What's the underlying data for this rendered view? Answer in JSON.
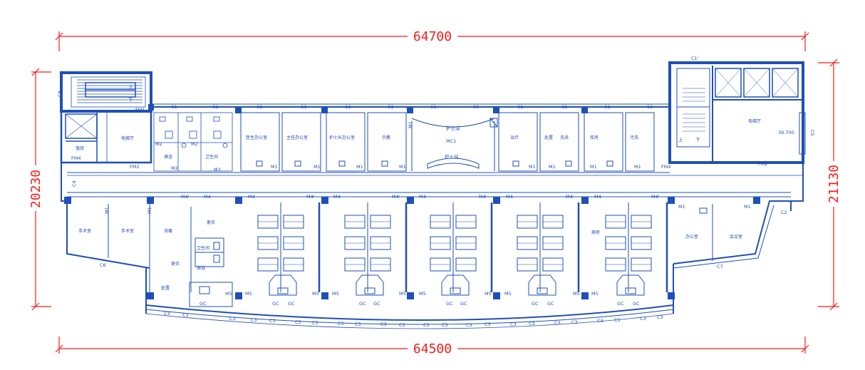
{
  "dimensions": {
    "top": "64700",
    "bottom": "64500",
    "left": "20230",
    "right": "21130"
  },
  "stair_labels": {
    "up_left": "上",
    "down_left": "下",
    "up_right": "上",
    "down_right": "下"
  },
  "tags": {
    "c1": "C1",
    "c1p": "C1'",
    "c2": "C2",
    "c3": "C3",
    "c4": "C4",
    "c5": "C5",
    "c6": "C6",
    "c7": "C7",
    "c8": "C8",
    "m1": "M1",
    "m2": "M2",
    "m3": "M3",
    "m4": "M4",
    "m4p": "M4'",
    "m5": "M5",
    "fm1": "FM1",
    "fm2": "FM2",
    "fm4": "FM4",
    "mc1": "MC1",
    "gc": "GC"
  },
  "levels": {
    "hall": "39.700"
  },
  "rooms": {
    "r_lift_hall_left": "电梯厅",
    "r_office": "值班",
    "r_shower": "淋浴",
    "r_wc": "卫生间",
    "r_r1": "医生办公室",
    "r_r2": "主任办公室",
    "r_r3": "护士长办公室",
    "r_r4": "示教",
    "r_nurse": "护士站",
    "r_treat": "治疗",
    "r_dispose": "处置",
    "r_clean": "洗涤",
    "r_store": "库房",
    "r_lift_hall_right": "电梯厅",
    "r_surg1": "手术室",
    "r_surg2": "手术室",
    "r_clean2": "消毒",
    "r_wash": "污洗",
    "r_staff": "更衣",
    "r_room": "病房",
    "r_office2": "办公室",
    "r_meeting": "会议室"
  }
}
